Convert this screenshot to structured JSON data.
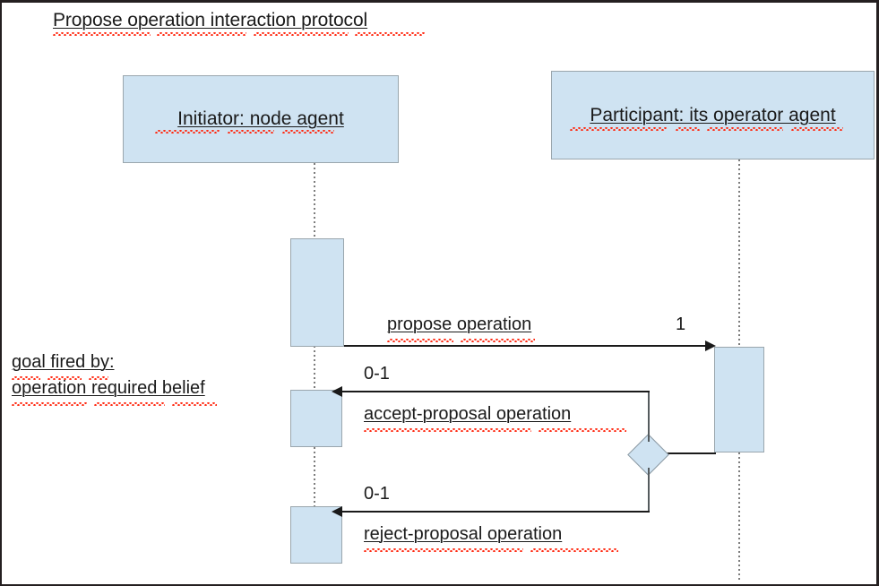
{
  "diagram": {
    "title": "Propose operation interaction protocol",
    "type": "uml-sequence-diagram",
    "colors": {
      "box_fill": "#cfe3f2",
      "box_border": "#9aa6ad",
      "line": "#1a1a1a",
      "lifeline": "#7d7d7d",
      "spellcheck_squiggle": "#ff2a12",
      "text": "#1a1a1a",
      "canvas_border": "#241f20",
      "background": "#ffffff"
    },
    "lifelines": [
      {
        "id": "initiator",
        "label": "Initiator: node agent"
      },
      {
        "id": "participant",
        "label": "Participant: its operator agent"
      }
    ],
    "note": {
      "line1": "goal fired by:",
      "line2": "operation required belief"
    },
    "messages": [
      {
        "id": "propose",
        "label": "propose operation",
        "multiplicity": "1",
        "direction": "initiator-to-participant"
      },
      {
        "id": "accept",
        "label": "accept-proposal operation",
        "multiplicity": "0-1",
        "direction": "participant-to-initiator"
      },
      {
        "id": "reject",
        "label": "reject-proposal operation",
        "multiplicity": "0-1",
        "direction": "participant-to-initiator"
      }
    ]
  }
}
